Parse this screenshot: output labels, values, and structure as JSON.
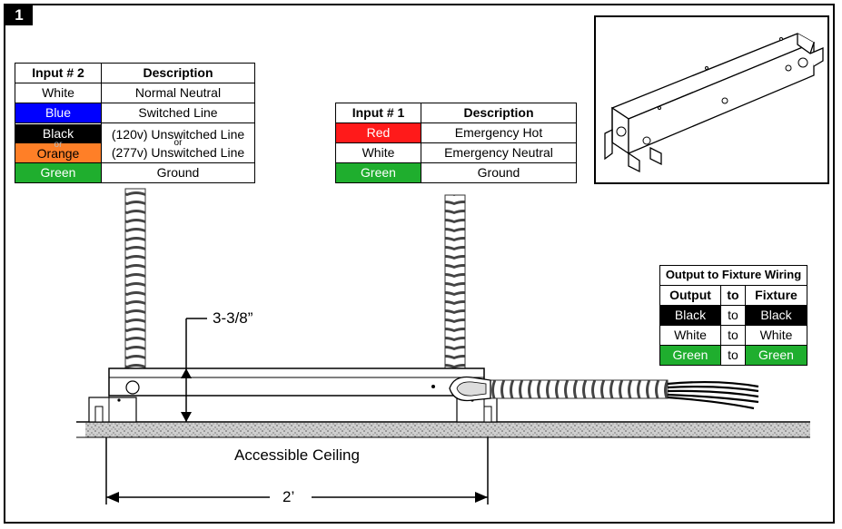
{
  "figure_number": "1",
  "colors": {
    "blue": "#0000ff",
    "black": "#000000",
    "orange": "#ff7f27",
    "green": "#1fae2e",
    "red": "#ff1a1a",
    "white": "#ffffff"
  },
  "input2_table": {
    "headers": [
      "Input # 2",
      "Description"
    ],
    "rows": [
      {
        "wire": "White",
        "desc": "Normal Neutral"
      },
      {
        "wire": "Blue",
        "desc": "Switched Line"
      },
      {
        "wire_a": "Black",
        "wire_or": "or",
        "wire_b": "Orange",
        "desc_a": "(120v) Unswitched Line",
        "desc_or": "or",
        "desc_b": "(277v) Unswitched Line"
      },
      {
        "wire": "Green",
        "desc": "Ground"
      }
    ]
  },
  "input1_table": {
    "headers": [
      "Input # 1",
      "Description"
    ],
    "rows": [
      {
        "wire": "Red",
        "desc": "Emergency Hot"
      },
      {
        "wire": "White",
        "desc": "Emergency Neutral"
      },
      {
        "wire": "Green",
        "desc": "Ground"
      }
    ]
  },
  "output_table": {
    "title": "Output to Fixture Wiring",
    "headers": [
      "Output",
      "to",
      "Fixture"
    ],
    "rows": [
      {
        "output": "Black",
        "to": "to",
        "fixture": "Black"
      },
      {
        "output": "White",
        "to": "to",
        "fixture": "White"
      },
      {
        "output": "Green",
        "to": "to",
        "fixture": "Green"
      }
    ]
  },
  "dimensions": {
    "height_label": "3-3/8”",
    "width_label": "2’"
  },
  "ceiling_label": "Accessible Ceiling"
}
